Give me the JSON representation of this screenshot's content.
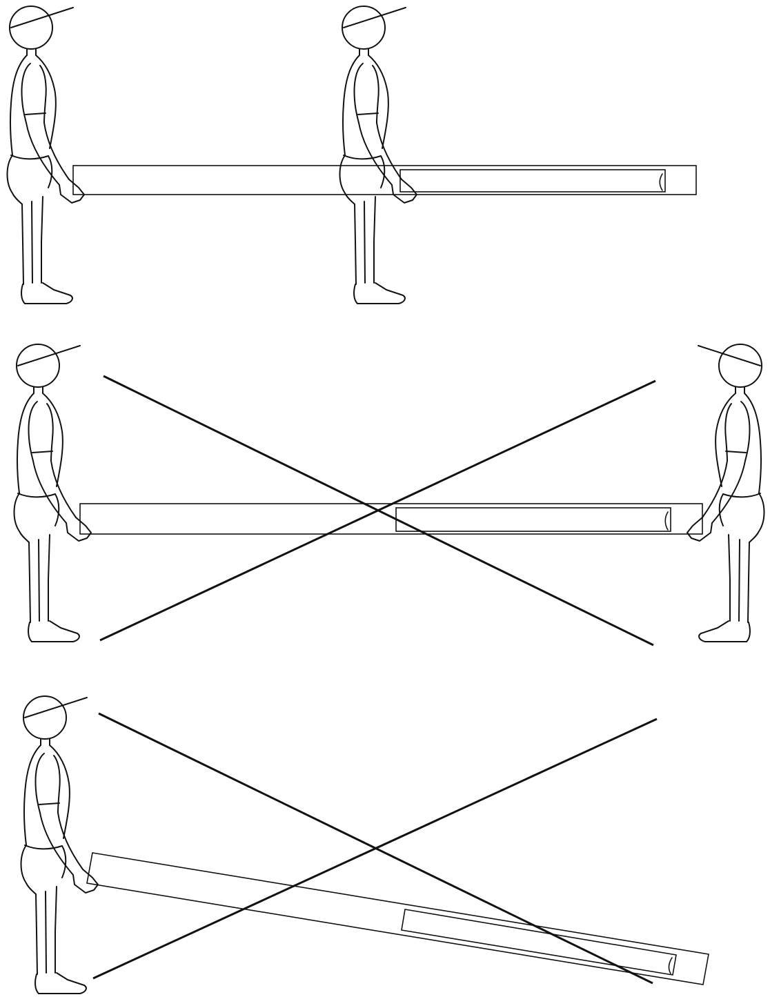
{
  "figure": {
    "panels": [
      {
        "id": "panel-1",
        "carriers": 2,
        "board": "level",
        "marked_wrong": false
      },
      {
        "id": "panel-2",
        "carriers": 2,
        "board": "level",
        "marked_wrong": true
      },
      {
        "id": "panel-3",
        "carriers": 1,
        "board": "tilted",
        "marked_wrong": true
      }
    ],
    "mark_color": "#111111",
    "line_color": "#111111",
    "background": "#ffffff"
  }
}
